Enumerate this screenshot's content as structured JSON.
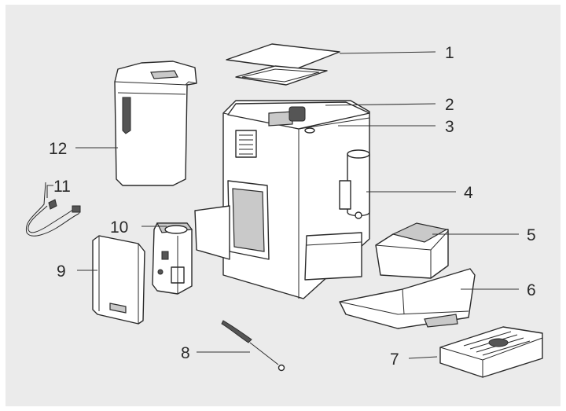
{
  "callouts": [
    {
      "id": "1",
      "label": "1"
    },
    {
      "id": "2",
      "label": "2"
    },
    {
      "id": "3",
      "label": "3"
    },
    {
      "id": "4",
      "label": "4"
    },
    {
      "id": "5",
      "label": "5"
    },
    {
      "id": "6",
      "label": "6"
    },
    {
      "id": "7",
      "label": "7"
    },
    {
      "id": "8",
      "label": "8"
    },
    {
      "id": "9",
      "label": "9"
    },
    {
      "id": "10",
      "label": "10"
    },
    {
      "id": "11",
      "label": "11"
    },
    {
      "id": "12",
      "label": "12"
    }
  ],
  "colors": {
    "background": "#ebebeb",
    "line": "#2a2a2a",
    "part": "#ffffff"
  }
}
